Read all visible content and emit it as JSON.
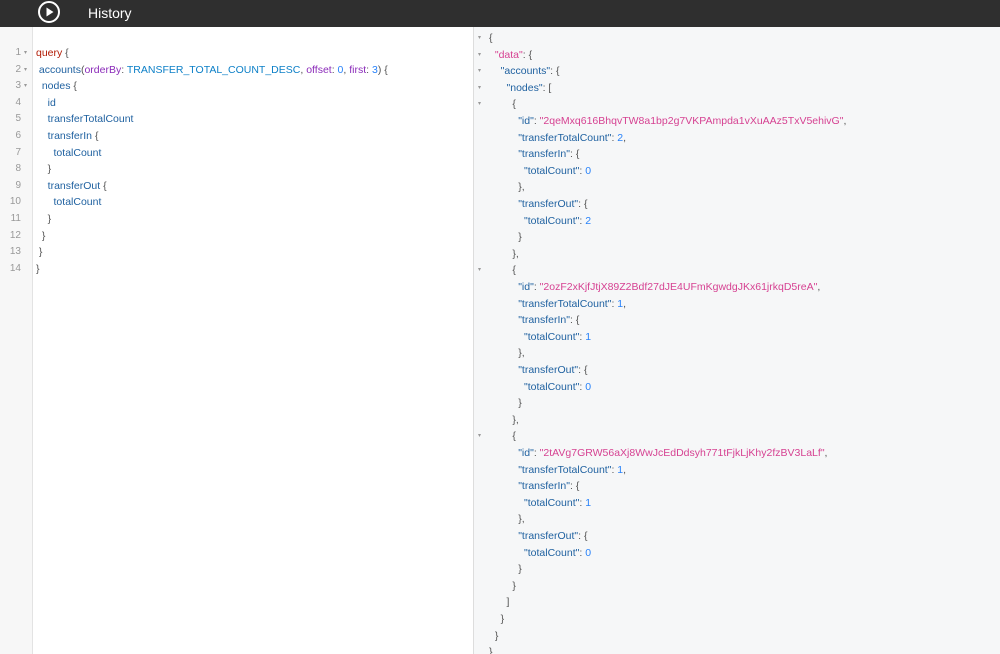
{
  "toolbar": {
    "history_label": "History",
    "run_icon": "play-circle-icon"
  },
  "editor": {
    "line_numbers": [
      "1",
      "2",
      "3",
      "4",
      "5",
      "6",
      "7",
      "8",
      "9",
      "10",
      "11",
      "12",
      "13",
      "14"
    ],
    "lines": [
      {
        "indent": "",
        "tokens": [
          {
            "t": "query",
            "c": "kw"
          },
          {
            "t": " {",
            "c": "punct"
          }
        ],
        "fold": true
      },
      {
        "indent": " ",
        "tokens": [
          {
            "t": "accounts",
            "c": "def"
          },
          {
            "t": "(",
            "c": "punct"
          },
          {
            "t": "orderBy",
            "c": "attr"
          },
          {
            "t": ": ",
            "c": "punct"
          },
          {
            "t": "TRANSFER_TOTAL_COUNT_DESC",
            "c": "enum"
          },
          {
            "t": ", ",
            "c": "punct"
          },
          {
            "t": "offset",
            "c": "attr"
          },
          {
            "t": ": ",
            "c": "punct"
          },
          {
            "t": "0",
            "c": "num"
          },
          {
            "t": ", ",
            "c": "punct"
          },
          {
            "t": "first",
            "c": "attr"
          },
          {
            "t": ": ",
            "c": "punct"
          },
          {
            "t": "3",
            "c": "num"
          },
          {
            "t": ") {",
            "c": "punct"
          }
        ],
        "fold": true
      },
      {
        "indent": "  ",
        "tokens": [
          {
            "t": "nodes",
            "c": "def"
          },
          {
            "t": " {",
            "c": "punct"
          }
        ],
        "fold": true
      },
      {
        "indent": "    ",
        "tokens": [
          {
            "t": "id",
            "c": "def"
          }
        ],
        "fold": false
      },
      {
        "indent": "    ",
        "tokens": [
          {
            "t": "transferTotalCount",
            "c": "def"
          }
        ],
        "fold": false
      },
      {
        "indent": "    ",
        "tokens": [
          {
            "t": "transferIn",
            "c": "def"
          },
          {
            "t": " {",
            "c": "punct"
          }
        ],
        "fold": false
      },
      {
        "indent": "      ",
        "tokens": [
          {
            "t": "totalCount",
            "c": "def"
          }
        ],
        "fold": false
      },
      {
        "indent": "    ",
        "tokens": [
          {
            "t": "}",
            "c": "punct"
          }
        ],
        "fold": false
      },
      {
        "indent": "    ",
        "tokens": [
          {
            "t": "transferOut",
            "c": "def"
          },
          {
            "t": " {",
            "c": "punct"
          }
        ],
        "fold": false
      },
      {
        "indent": "      ",
        "tokens": [
          {
            "t": "totalCount",
            "c": "def"
          }
        ],
        "fold": false
      },
      {
        "indent": "    ",
        "tokens": [
          {
            "t": "}",
            "c": "punct"
          }
        ],
        "fold": false
      },
      {
        "indent": "  ",
        "tokens": [
          {
            "t": "}",
            "c": "punct"
          }
        ],
        "fold": false
      },
      {
        "indent": " ",
        "tokens": [
          {
            "t": "}",
            "c": "punct"
          }
        ],
        "fold": false
      },
      {
        "indent": "",
        "tokens": [
          {
            "t": "}",
            "c": "punct"
          }
        ],
        "fold": false
      }
    ]
  },
  "result": {
    "lines": [
      {
        "indent": "",
        "tokens": [
          {
            "t": "{",
            "c": "punct"
          }
        ],
        "fold": true
      },
      {
        "indent": "  ",
        "tokens": [
          {
            "t": "\"data\"",
            "c": "str"
          },
          {
            "t": ": {",
            "c": "punct"
          }
        ],
        "fold": true
      },
      {
        "indent": "    ",
        "tokens": [
          {
            "t": "\"accounts\"",
            "c": "key"
          },
          {
            "t": ": {",
            "c": "punct"
          }
        ],
        "fold": true
      },
      {
        "indent": "      ",
        "tokens": [
          {
            "t": "\"nodes\"",
            "c": "key"
          },
          {
            "t": ": [",
            "c": "punct"
          }
        ],
        "fold": true
      },
      {
        "indent": "        ",
        "tokens": [
          {
            "t": "{",
            "c": "punct"
          }
        ],
        "fold": true
      },
      {
        "indent": "          ",
        "tokens": [
          {
            "t": "\"id\"",
            "c": "key"
          },
          {
            "t": ": ",
            "c": "punct"
          },
          {
            "t": "\"2qeMxq616BhqvTW8a1bp2g7VKPAmpda1vXuAAz5TxV5ehivG\"",
            "c": "str"
          },
          {
            "t": ",",
            "c": "punct"
          }
        ],
        "fold": false
      },
      {
        "indent": "          ",
        "tokens": [
          {
            "t": "\"transferTotalCount\"",
            "c": "key"
          },
          {
            "t": ": ",
            "c": "punct"
          },
          {
            "t": "2",
            "c": "rnum"
          },
          {
            "t": ",",
            "c": "punct"
          }
        ],
        "fold": false
      },
      {
        "indent": "          ",
        "tokens": [
          {
            "t": "\"transferIn\"",
            "c": "key"
          },
          {
            "t": ": {",
            "c": "punct"
          }
        ],
        "fold": false
      },
      {
        "indent": "            ",
        "tokens": [
          {
            "t": "\"totalCount\"",
            "c": "key"
          },
          {
            "t": ": ",
            "c": "punct"
          },
          {
            "t": "0",
            "c": "rnum"
          }
        ],
        "fold": false
      },
      {
        "indent": "          ",
        "tokens": [
          {
            "t": "},",
            "c": "punct"
          }
        ],
        "fold": false
      },
      {
        "indent": "          ",
        "tokens": [
          {
            "t": "\"transferOut\"",
            "c": "key"
          },
          {
            "t": ": {",
            "c": "punct"
          }
        ],
        "fold": false
      },
      {
        "indent": "            ",
        "tokens": [
          {
            "t": "\"totalCount\"",
            "c": "key"
          },
          {
            "t": ": ",
            "c": "punct"
          },
          {
            "t": "2",
            "c": "rnum"
          }
        ],
        "fold": false
      },
      {
        "indent": "          ",
        "tokens": [
          {
            "t": "}",
            "c": "punct"
          }
        ],
        "fold": false
      },
      {
        "indent": "        ",
        "tokens": [
          {
            "t": "},",
            "c": "punct"
          }
        ],
        "fold": false
      },
      {
        "indent": "        ",
        "tokens": [
          {
            "t": "{",
            "c": "punct"
          }
        ],
        "fold": true
      },
      {
        "indent": "          ",
        "tokens": [
          {
            "t": "\"id\"",
            "c": "key"
          },
          {
            "t": ": ",
            "c": "punct"
          },
          {
            "t": "\"2ozF2xKjfJtjX89Z2Bdf27dJE4UFmKgwdgJKx61jrkqD5reA\"",
            "c": "str"
          },
          {
            "t": ",",
            "c": "punct"
          }
        ],
        "fold": false
      },
      {
        "indent": "          ",
        "tokens": [
          {
            "t": "\"transferTotalCount\"",
            "c": "key"
          },
          {
            "t": ": ",
            "c": "punct"
          },
          {
            "t": "1",
            "c": "rnum"
          },
          {
            "t": ",",
            "c": "punct"
          }
        ],
        "fold": false
      },
      {
        "indent": "          ",
        "tokens": [
          {
            "t": "\"transferIn\"",
            "c": "key"
          },
          {
            "t": ": {",
            "c": "punct"
          }
        ],
        "fold": false
      },
      {
        "indent": "            ",
        "tokens": [
          {
            "t": "\"totalCount\"",
            "c": "key"
          },
          {
            "t": ": ",
            "c": "punct"
          },
          {
            "t": "1",
            "c": "rnum"
          }
        ],
        "fold": false
      },
      {
        "indent": "          ",
        "tokens": [
          {
            "t": "},",
            "c": "punct"
          }
        ],
        "fold": false
      },
      {
        "indent": "          ",
        "tokens": [
          {
            "t": "\"transferOut\"",
            "c": "key"
          },
          {
            "t": ": {",
            "c": "punct"
          }
        ],
        "fold": false
      },
      {
        "indent": "            ",
        "tokens": [
          {
            "t": "\"totalCount\"",
            "c": "key"
          },
          {
            "t": ": ",
            "c": "punct"
          },
          {
            "t": "0",
            "c": "rnum"
          }
        ],
        "fold": false
      },
      {
        "indent": "          ",
        "tokens": [
          {
            "t": "}",
            "c": "punct"
          }
        ],
        "fold": false
      },
      {
        "indent": "        ",
        "tokens": [
          {
            "t": "},",
            "c": "punct"
          }
        ],
        "fold": false
      },
      {
        "indent": "        ",
        "tokens": [
          {
            "t": "{",
            "c": "punct"
          }
        ],
        "fold": true
      },
      {
        "indent": "          ",
        "tokens": [
          {
            "t": "\"id\"",
            "c": "key"
          },
          {
            "t": ": ",
            "c": "punct"
          },
          {
            "t": "\"2tAVg7GRW56aXj8WwJcEdDdsyh771tFjkLjKhy2fzBV3LaLf\"",
            "c": "str"
          },
          {
            "t": ",",
            "c": "punct"
          }
        ],
        "fold": false
      },
      {
        "indent": "          ",
        "tokens": [
          {
            "t": "\"transferTotalCount\"",
            "c": "key"
          },
          {
            "t": ": ",
            "c": "punct"
          },
          {
            "t": "1",
            "c": "rnum"
          },
          {
            "t": ",",
            "c": "punct"
          }
        ],
        "fold": false
      },
      {
        "indent": "          ",
        "tokens": [
          {
            "t": "\"transferIn\"",
            "c": "key"
          },
          {
            "t": ": {",
            "c": "punct"
          }
        ],
        "fold": false
      },
      {
        "indent": "            ",
        "tokens": [
          {
            "t": "\"totalCount\"",
            "c": "key"
          },
          {
            "t": ": ",
            "c": "punct"
          },
          {
            "t": "1",
            "c": "rnum"
          }
        ],
        "fold": false
      },
      {
        "indent": "          ",
        "tokens": [
          {
            "t": "},",
            "c": "punct"
          }
        ],
        "fold": false
      },
      {
        "indent": "          ",
        "tokens": [
          {
            "t": "\"transferOut\"",
            "c": "key"
          },
          {
            "t": ": {",
            "c": "punct"
          }
        ],
        "fold": false
      },
      {
        "indent": "            ",
        "tokens": [
          {
            "t": "\"totalCount\"",
            "c": "key"
          },
          {
            "t": ": ",
            "c": "punct"
          },
          {
            "t": "0",
            "c": "rnum"
          }
        ],
        "fold": false
      },
      {
        "indent": "          ",
        "tokens": [
          {
            "t": "}",
            "c": "punct"
          }
        ],
        "fold": false
      },
      {
        "indent": "        ",
        "tokens": [
          {
            "t": "}",
            "c": "punct"
          }
        ],
        "fold": false
      },
      {
        "indent": "      ",
        "tokens": [
          {
            "t": "]",
            "c": "punct"
          }
        ],
        "fold": false
      },
      {
        "indent": "    ",
        "tokens": [
          {
            "t": "}",
            "c": "punct"
          }
        ],
        "fold": false
      },
      {
        "indent": "  ",
        "tokens": [
          {
            "t": "}",
            "c": "punct"
          }
        ],
        "fold": false
      },
      {
        "indent": "",
        "tokens": [
          {
            "t": "}",
            "c": "punct"
          }
        ],
        "fold": false
      }
    ]
  }
}
